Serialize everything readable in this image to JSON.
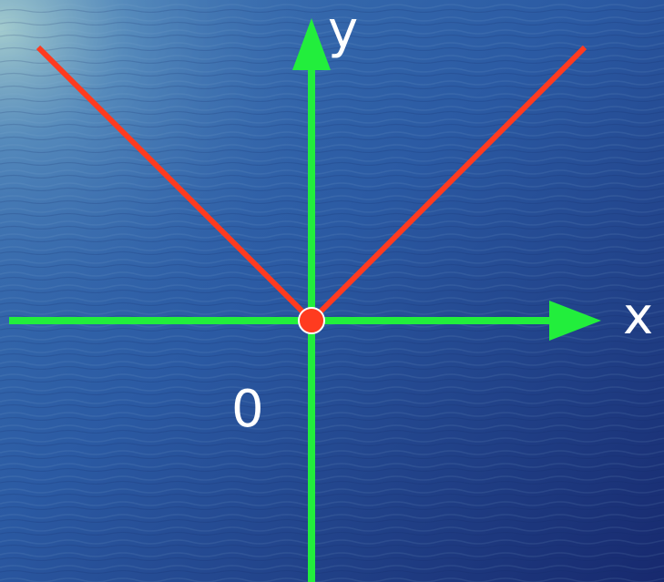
{
  "chart_data": {
    "type": "line",
    "function": "y = |x|",
    "series": [
      {
        "x": [
          -1,
          0,
          1
        ],
        "y": [
          1,
          0,
          1
        ],
        "color": "#ff3b1f"
      }
    ],
    "highlight_point": {
      "x": 0,
      "y": 0,
      "color": "#ff3b1f"
    },
    "origin_label": "0",
    "x_axis_label": "x",
    "y_axis_label": "y",
    "axis_color": "#22ee3c",
    "grid": false,
    "legend": "none"
  },
  "colors": {
    "background_light": "#86b9c6",
    "background_mid": "#2f5ea8",
    "background_dark": "#1a2f7a",
    "text": "#ffffff"
  }
}
